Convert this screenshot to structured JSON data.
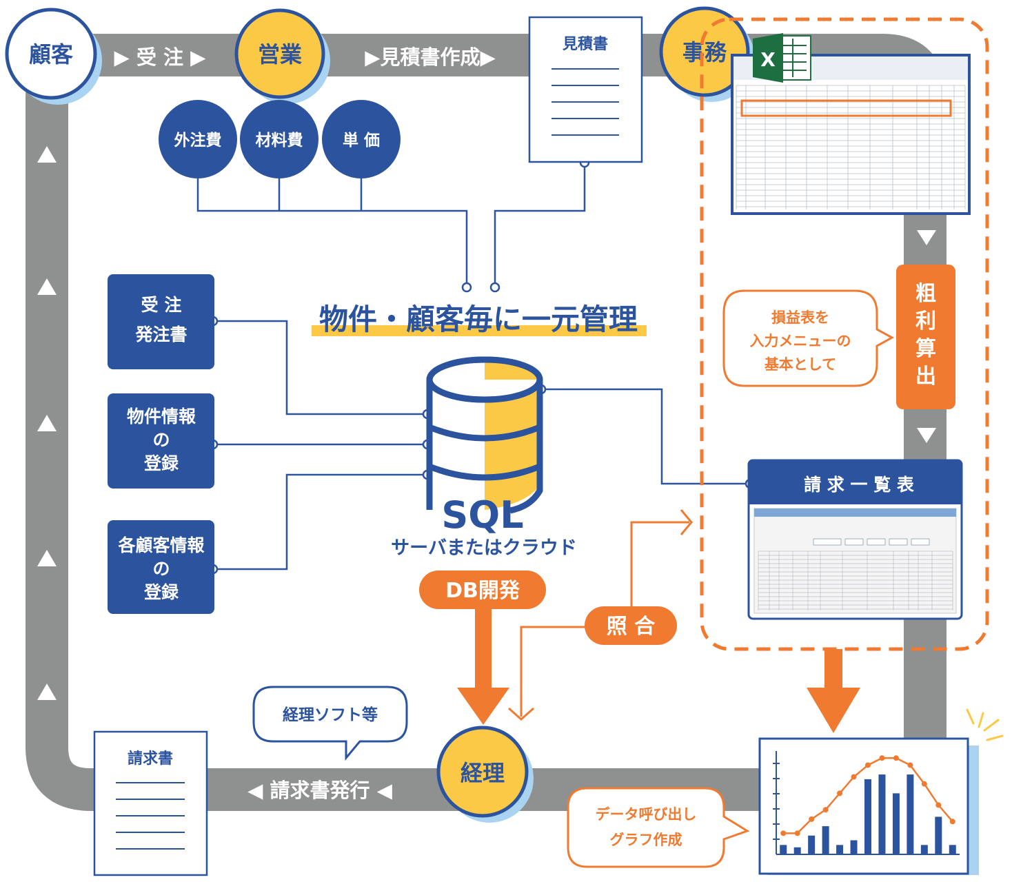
{
  "colors": {
    "navy": "#2C539E",
    "yellow": "#FCC947",
    "orange": "#EF7A30",
    "gray": "#8F9090",
    "lightblue": "#A9D3F0",
    "excel_green": "#1D6F42"
  },
  "flow_top": {
    "customer": "顧客",
    "order_label": "▶ 受 注 ▶",
    "sales": "営業",
    "quote_label": "▶見積書作成▶",
    "office": "事務"
  },
  "cost_items": [
    "外注費",
    "材料費",
    "単 価"
  ],
  "estimate_doc": {
    "title": "見積書"
  },
  "left_boxes": [
    {
      "lines": [
        "受 注",
        "発注書"
      ]
    },
    {
      "lines": [
        "物件情報",
        "の",
        "登録"
      ]
    },
    {
      "lines": [
        "各顧客情報",
        "の",
        "登録"
      ]
    }
  ],
  "center": {
    "headline": "物件・顧客毎に一元管理",
    "db_name": "SQL",
    "db_sub": "サーバまたはクラウド",
    "db_dev": "DB開発"
  },
  "right_panel": {
    "excel_icon_letter": "X",
    "gross_profit": [
      "粗",
      "利",
      "算",
      "出"
    ],
    "bubble_lines": [
      "損益表を",
      "入力メニューの",
      "基本として"
    ],
    "invoice_list_title": "請 求 一 覧 表"
  },
  "bottom": {
    "reconcile": "照 合",
    "accounting": "経理",
    "accounting_note": "経理ソフト等",
    "invoice_issue": "◀ 請求書発行 ◀",
    "invoice_doc": {
      "title": "請求書"
    },
    "graph_bubble": [
      "データ呼び出し",
      "グラフ作成"
    ]
  },
  "graph": {
    "bars": [
      2,
      1.5,
      4,
      6,
      2,
      3,
      16,
      17,
      13,
      17,
      2,
      8,
      2
    ],
    "line": [
      4.5,
      4.5,
      7.5,
      9.5,
      13,
      16.5,
      19,
      20.5,
      20.5,
      19,
      15,
      10.5,
      7
    ],
    "ymax": 22
  }
}
